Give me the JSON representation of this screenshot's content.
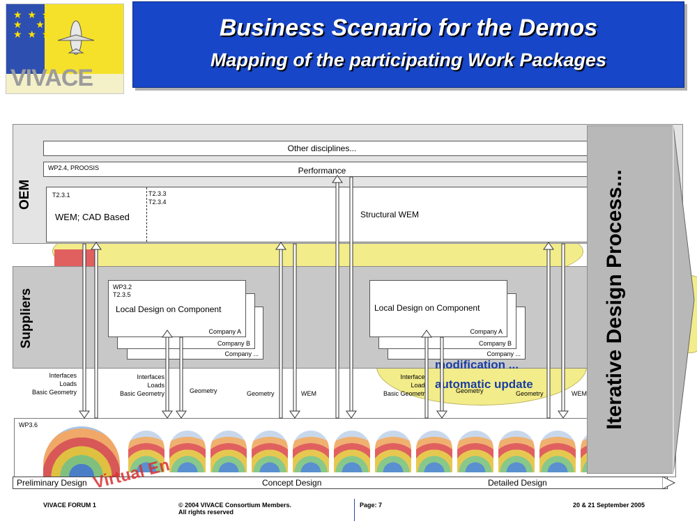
{
  "header": {
    "logo_text": "VIVACE",
    "title_line1": "Business Scenario for the Demos",
    "title_line2": "Mapping of the participating Work Packages"
  },
  "oem": {
    "label": "OEM",
    "other_disciplines": "Other disciplines...",
    "wp24": "WP2.4, PROOSIS",
    "performance": "Performance",
    "t231": "T2.3.1",
    "wem_cad": "WEM; CAD Based",
    "t233": "T2.3.3",
    "t234": "T2.3.4",
    "structural_wem": "Structural WEM"
  },
  "suppliers": {
    "label": "Suppliers",
    "left_group": {
      "wp": "WP3.2",
      "task": "T2.3.5",
      "title": "Local Design on Component",
      "company_a": "Company A",
      "company_b": "Company B",
      "company_etc": "Company ..."
    },
    "right_group": {
      "title": "Local Design on Component",
      "company_a": "Company A",
      "company_b": "Company B",
      "company_etc": "Company ..."
    }
  },
  "interfaces": {
    "g1": [
      "Interfaces",
      "Loads",
      "Basic Geometry"
    ],
    "g2": [
      "Interfaces",
      "Loads",
      "Basic Geometry"
    ],
    "geometry1": "Geometry",
    "geometry2": "Geometry",
    "wem1": "WEM",
    "g3": [
      "Interfaces",
      "Loads",
      "Basic Geometry"
    ],
    "geometry3": "Geometry",
    "geometry4": "Geometry",
    "wem2": "WEM"
  },
  "background": {
    "modification": "modification ...",
    "automatic_update": "automatic update",
    "virtual": "Virtual En"
  },
  "wp36": "WP3.6",
  "iterative": "Iterative Design Process...",
  "phases": [
    "Preliminary Design",
    "Concept Design",
    "Detailed Design"
  ],
  "footer": {
    "forum": "VIVACE FORUM 1",
    "copyright_line1": "© 2004 VIVACE Consortium Members.",
    "copyright_line2": "All rights reserved",
    "page": "Page: 7",
    "date": "20 & 21  September 2005"
  },
  "colors": {
    "title_bg": "#1747c8",
    "oem_bg": "#e4e4e4",
    "suppliers_bg": "#c8c8c8",
    "ellipse": "#f3ec8a",
    "iterative_arrow": "#b8b8b8"
  }
}
